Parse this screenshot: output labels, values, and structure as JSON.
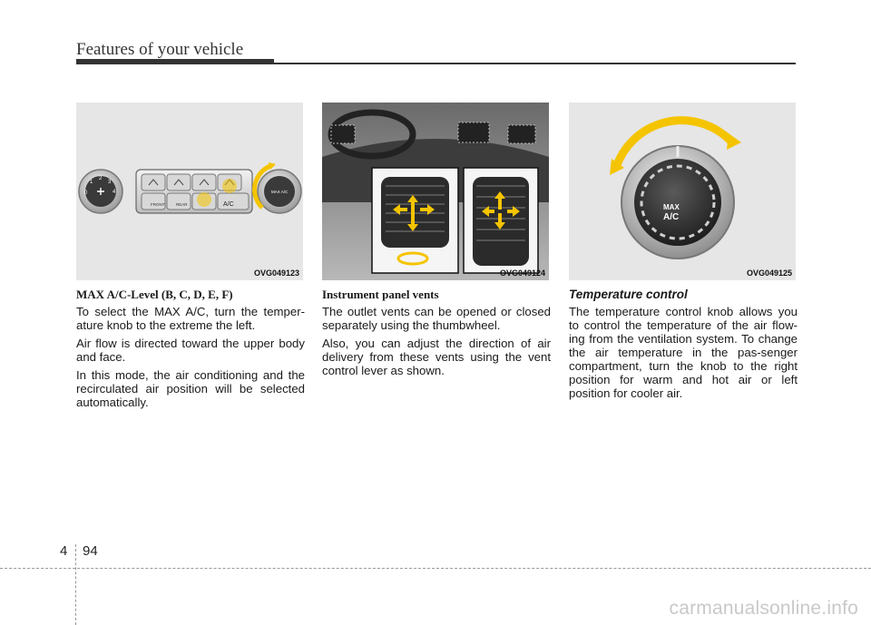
{
  "header": {
    "title": "Features of your vehicle"
  },
  "figures": [
    {
      "code": "OVG049123",
      "fan_numbers": [
        "0",
        "1",
        "2",
        "3",
        "4"
      ],
      "button_labels": [
        "FRONT",
        "REAR",
        "A/C"
      ],
      "knob_label": "MAX A/C"
    },
    {
      "code": "OVG049124"
    },
    {
      "code": "OVG049125",
      "knob_label_line1": "MAX",
      "knob_label_line2": "A/C"
    }
  ],
  "columns": [
    {
      "heading": "MAX A/C-Level (B, C, D, E, F)",
      "paragraphs": [
        "To select the MAX A/C, turn the temper-ature knob to the extreme the left.",
        "Air flow is directed toward the upper body and face.",
        "In this mode, the air conditioning and the recirculated air position will be selected automatically."
      ]
    },
    {
      "heading": "Instrument panel vents",
      "paragraphs": [
        "The outlet vents can be opened or closed separately using the thumbwheel.",
        "Also, you can adjust the direction of air delivery from these vents using the vent control lever as shown."
      ]
    },
    {
      "heading": "Temperature control",
      "paragraphs": [
        "The temperature control knob allows you to control the temperature of the air flow-ing from the ventilation system. To change the air temperature in the pas-senger compartment, turn the knob to the right position for warm and hot air or left position for cooler air."
      ]
    }
  ],
  "footer": {
    "chapter": "4",
    "page": "94"
  },
  "watermark": "carmanualsonline.info",
  "colors": {
    "accent_yellow": "#f5c400",
    "figure_bg": "#e6e6e6",
    "header_bar": "#333333"
  }
}
